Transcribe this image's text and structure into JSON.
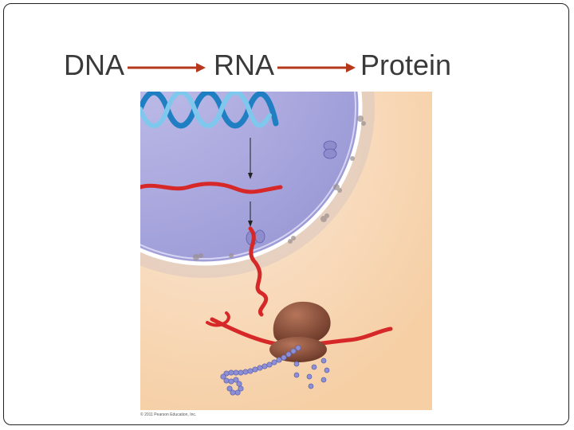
{
  "flow": {
    "step1": "DNA",
    "step2": "RNA",
    "step3": "Protein"
  },
  "figure": {
    "credit": "© 2011 Pearson Education, Inc."
  },
  "colors": {
    "arrow": "#b5381a",
    "text": "#3a3a3a",
    "nucleus": "#a9a7dc",
    "cytoplasm": "#f8d9b7",
    "rna_strand": "#d62828",
    "dna_helix": "#3aa0d8",
    "ribosome": "#8a4f3a",
    "amino_acid": "#8c8fd6"
  }
}
